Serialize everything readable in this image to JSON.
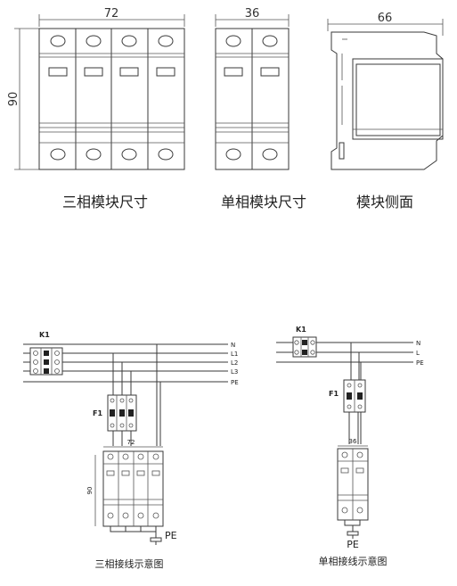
{
  "dimensions": {
    "three_phase_width": "72",
    "single_phase_width": "36",
    "side_depth": "66",
    "height": "90"
  },
  "captions": {
    "three_phase_size": "三相模块尺寸",
    "single_phase_size": "单相模块尺寸",
    "module_side": "模块侧面",
    "three_phase_wiring": "三相接线示意图",
    "single_phase_wiring": "单相接线示意图"
  },
  "wiring_three": {
    "breaker_label": "K1",
    "fuse_label": "F1",
    "lines": [
      "N",
      "L1",
      "L2",
      "L3",
      "PE"
    ],
    "dim_width": "72",
    "dim_height": "90",
    "ground_label": "PE"
  },
  "wiring_single": {
    "breaker_label": "K1",
    "fuse_label": "F1",
    "lines": [
      "N",
      "L",
      "PE"
    ],
    "dim_width": "36",
    "ground_label": "PE"
  }
}
